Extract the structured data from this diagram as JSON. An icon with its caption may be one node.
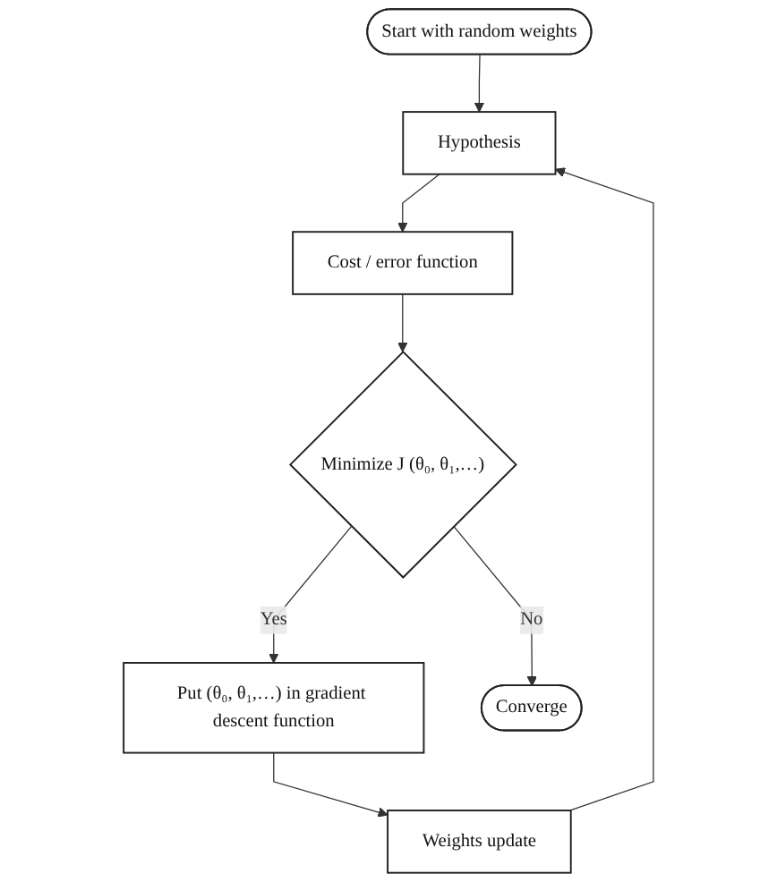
{
  "diagram": {
    "nodes": [
      {
        "text": [
          "Start with random weights"
        ]
      },
      {
        "text": [
          "Hypothesis"
        ]
      },
      {
        "text": [
          "Cost / error function"
        ]
      },
      {
        "text": [
          "Minimize J (θ₀, θ₁,…)"
        ]
      },
      {
        "text": [
          "Weights update"
        ]
      },
      {
        "text": [
          "Put (θ₀, θ₁,…) in gradient descent function"
        ]
      },
      {
        "text": [
          "Converge"
        ]
      }
    ],
    "edges": [
      {
        "from": 0,
        "to": 1,
        "arrow": "to"
      },
      {
        "from": 1,
        "to": 2,
        "arrow": "to"
      },
      {
        "from": 2,
        "to": 3,
        "arrow": "to"
      },
      {
        "from": 3,
        "to": 6,
        "label": "No",
        "arrow": "to"
      },
      {
        "from": 3,
        "to": 5,
        "label": "Yes",
        "arrow": "to"
      },
      {
        "from": 5,
        "to": 4,
        "arrow": "to"
      },
      {
        "from": 4,
        "to": 1,
        "arrow": "to"
      }
    ]
  }
}
